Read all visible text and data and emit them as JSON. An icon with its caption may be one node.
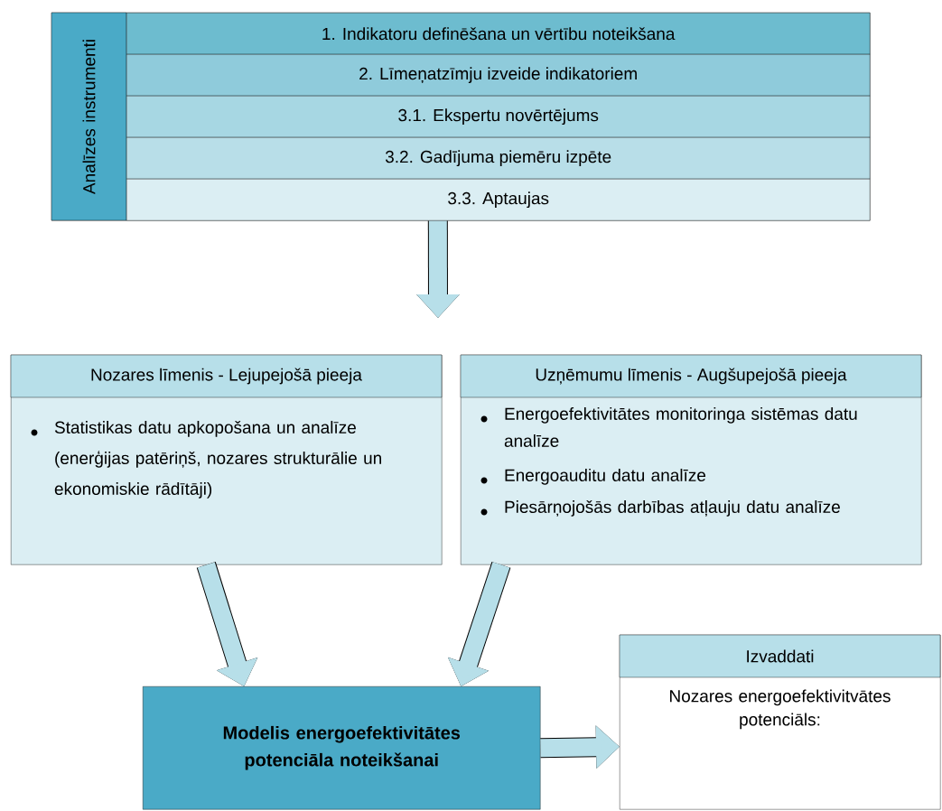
{
  "diagram": {
    "nodes": [
      {
        "text": [
          "Analīzes instrumenti"
        ]
      },
      {
        "text": [
          "1. Indikatoru definēšana un vērtību noteikšana"
        ],
        "in": 0
      },
      {
        "text": [
          "2. Līmeņatzīmju izveide indikatoriem"
        ],
        "in": 0
      },
      {
        "text": [
          "3.1. Ekspertu novērtējums"
        ],
        "in": 0
      },
      {
        "text": [
          "3.2. Gadījuma piemēru izpēte"
        ],
        "in": 0
      },
      {
        "text": [
          "3.3. Aptaujas"
        ],
        "in": 0
      },
      {
        "text": [
          "Nozares līmenis - Lejupejošā pieeja",
          "Statistikas datu apkopošana un analīze (enerģijas patēriņš, nozares strukturālie un ekonomiskie rādītāji)"
        ]
      },
      {
        "text": [
          "Uzņēmumu līmenis - Augšupejošā pieeja",
          "Energoefektivitātes monitoringa sistēmas datu analīze",
          "Energoauditu datu analīze",
          "Piesārņojošās darbības atļauju datu analīze"
        ]
      },
      {
        "text": [
          "Modelis energoefektivitātes potenciāla noteikšanai"
        ]
      },
      {
        "text": [
          "Izvaddati",
          "Nozares energoefektivitvātes potenciāls:"
        ]
      }
    ],
    "edges": [
      {
        "from": 0,
        "to": null,
        "arrow": "to"
      },
      {
        "from": 6,
        "to": 8,
        "arrow": "to"
      },
      {
        "from": 7,
        "to": 8,
        "arrow": "to"
      },
      {
        "from": 8,
        "to": 9,
        "arrow": "to"
      }
    ]
  }
}
